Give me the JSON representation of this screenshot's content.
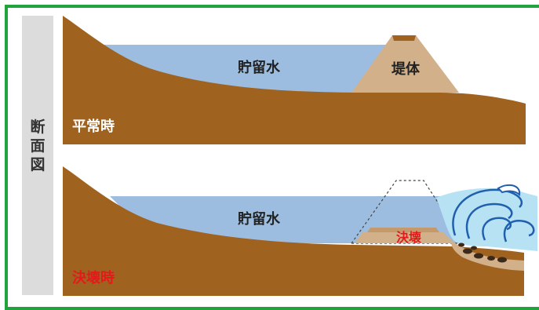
{
  "side_label": [
    "断",
    "面",
    "図"
  ],
  "panel_normal": {
    "water_label": "貯留水",
    "dam_label": "堤体",
    "state_label": "平常時"
  },
  "panel_breach": {
    "water_label": "貯留水",
    "dam_label": "決壊",
    "state_label": "決壊時"
  },
  "colors": {
    "frame": "#1fa33a",
    "soil": "#a0621f",
    "water": "#9dbde0",
    "dam": "#d2b08a",
    "breach_text": "#e21a1a",
    "wave": "#1f5fae"
  }
}
